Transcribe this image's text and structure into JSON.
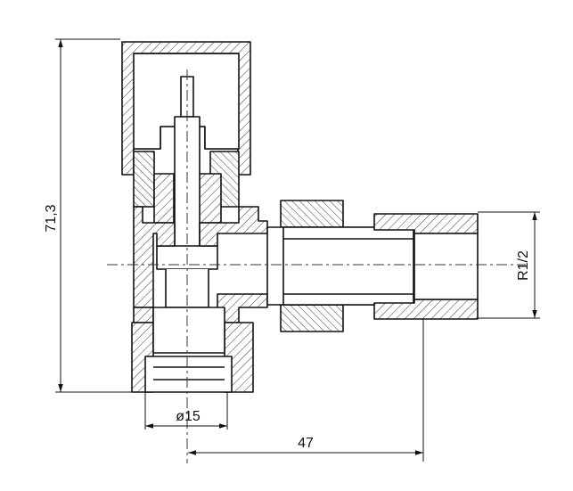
{
  "dimensions": {
    "height": "71,3",
    "thread": "R1/2",
    "diameter": "ø15",
    "offset": "47"
  }
}
